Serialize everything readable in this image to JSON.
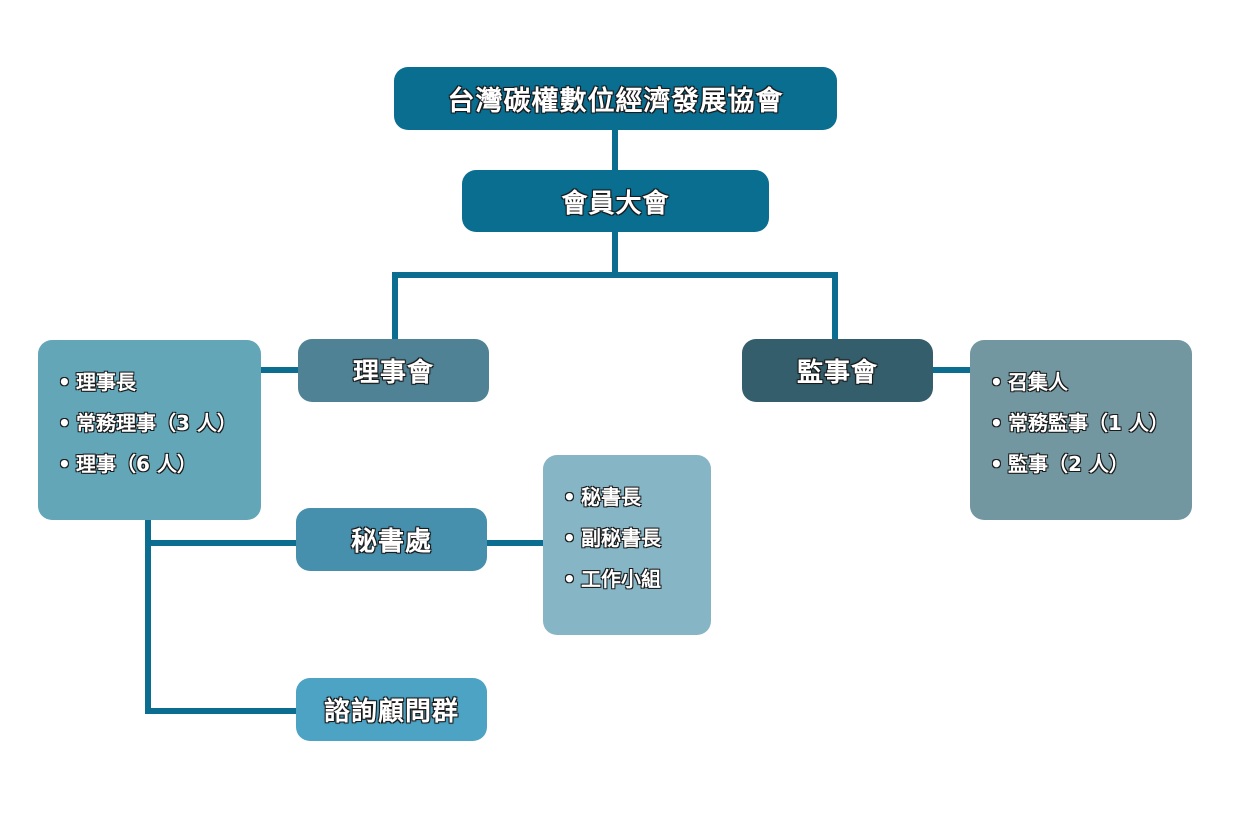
{
  "title": "台灣碳權數位經濟發展協會",
  "colors": {
    "connector": "#0b6d90",
    "root": "#0a6e91",
    "general_assembly": "#0a6e91",
    "board": "#4e8294",
    "board_list": "#63a6b8",
    "supervisors": "#345e6b",
    "supervisors_list": "#7297a0",
    "secretariat": "#468fad",
    "secretariat_list": "#86b5c6",
    "advisory": "#4ca3c3"
  },
  "nodes": {
    "root": {
      "label": "台灣碳權數位經濟發展協會"
    },
    "general_assembly": {
      "label": "會員大會"
    },
    "board": {
      "label": "理事會",
      "members": [
        "理事長",
        "常務理事（3 人）",
        "理事（6 人）"
      ]
    },
    "supervisors": {
      "label": "監事會",
      "members": [
        "召集人",
        "常務監事（1 人）",
        "監事（2 人）"
      ]
    },
    "secretariat": {
      "label": "秘書處",
      "members": [
        "秘書長",
        "副秘書長",
        "工作小組"
      ]
    },
    "advisory": {
      "label": "諮詢顧問群"
    }
  },
  "bullet": "•"
}
